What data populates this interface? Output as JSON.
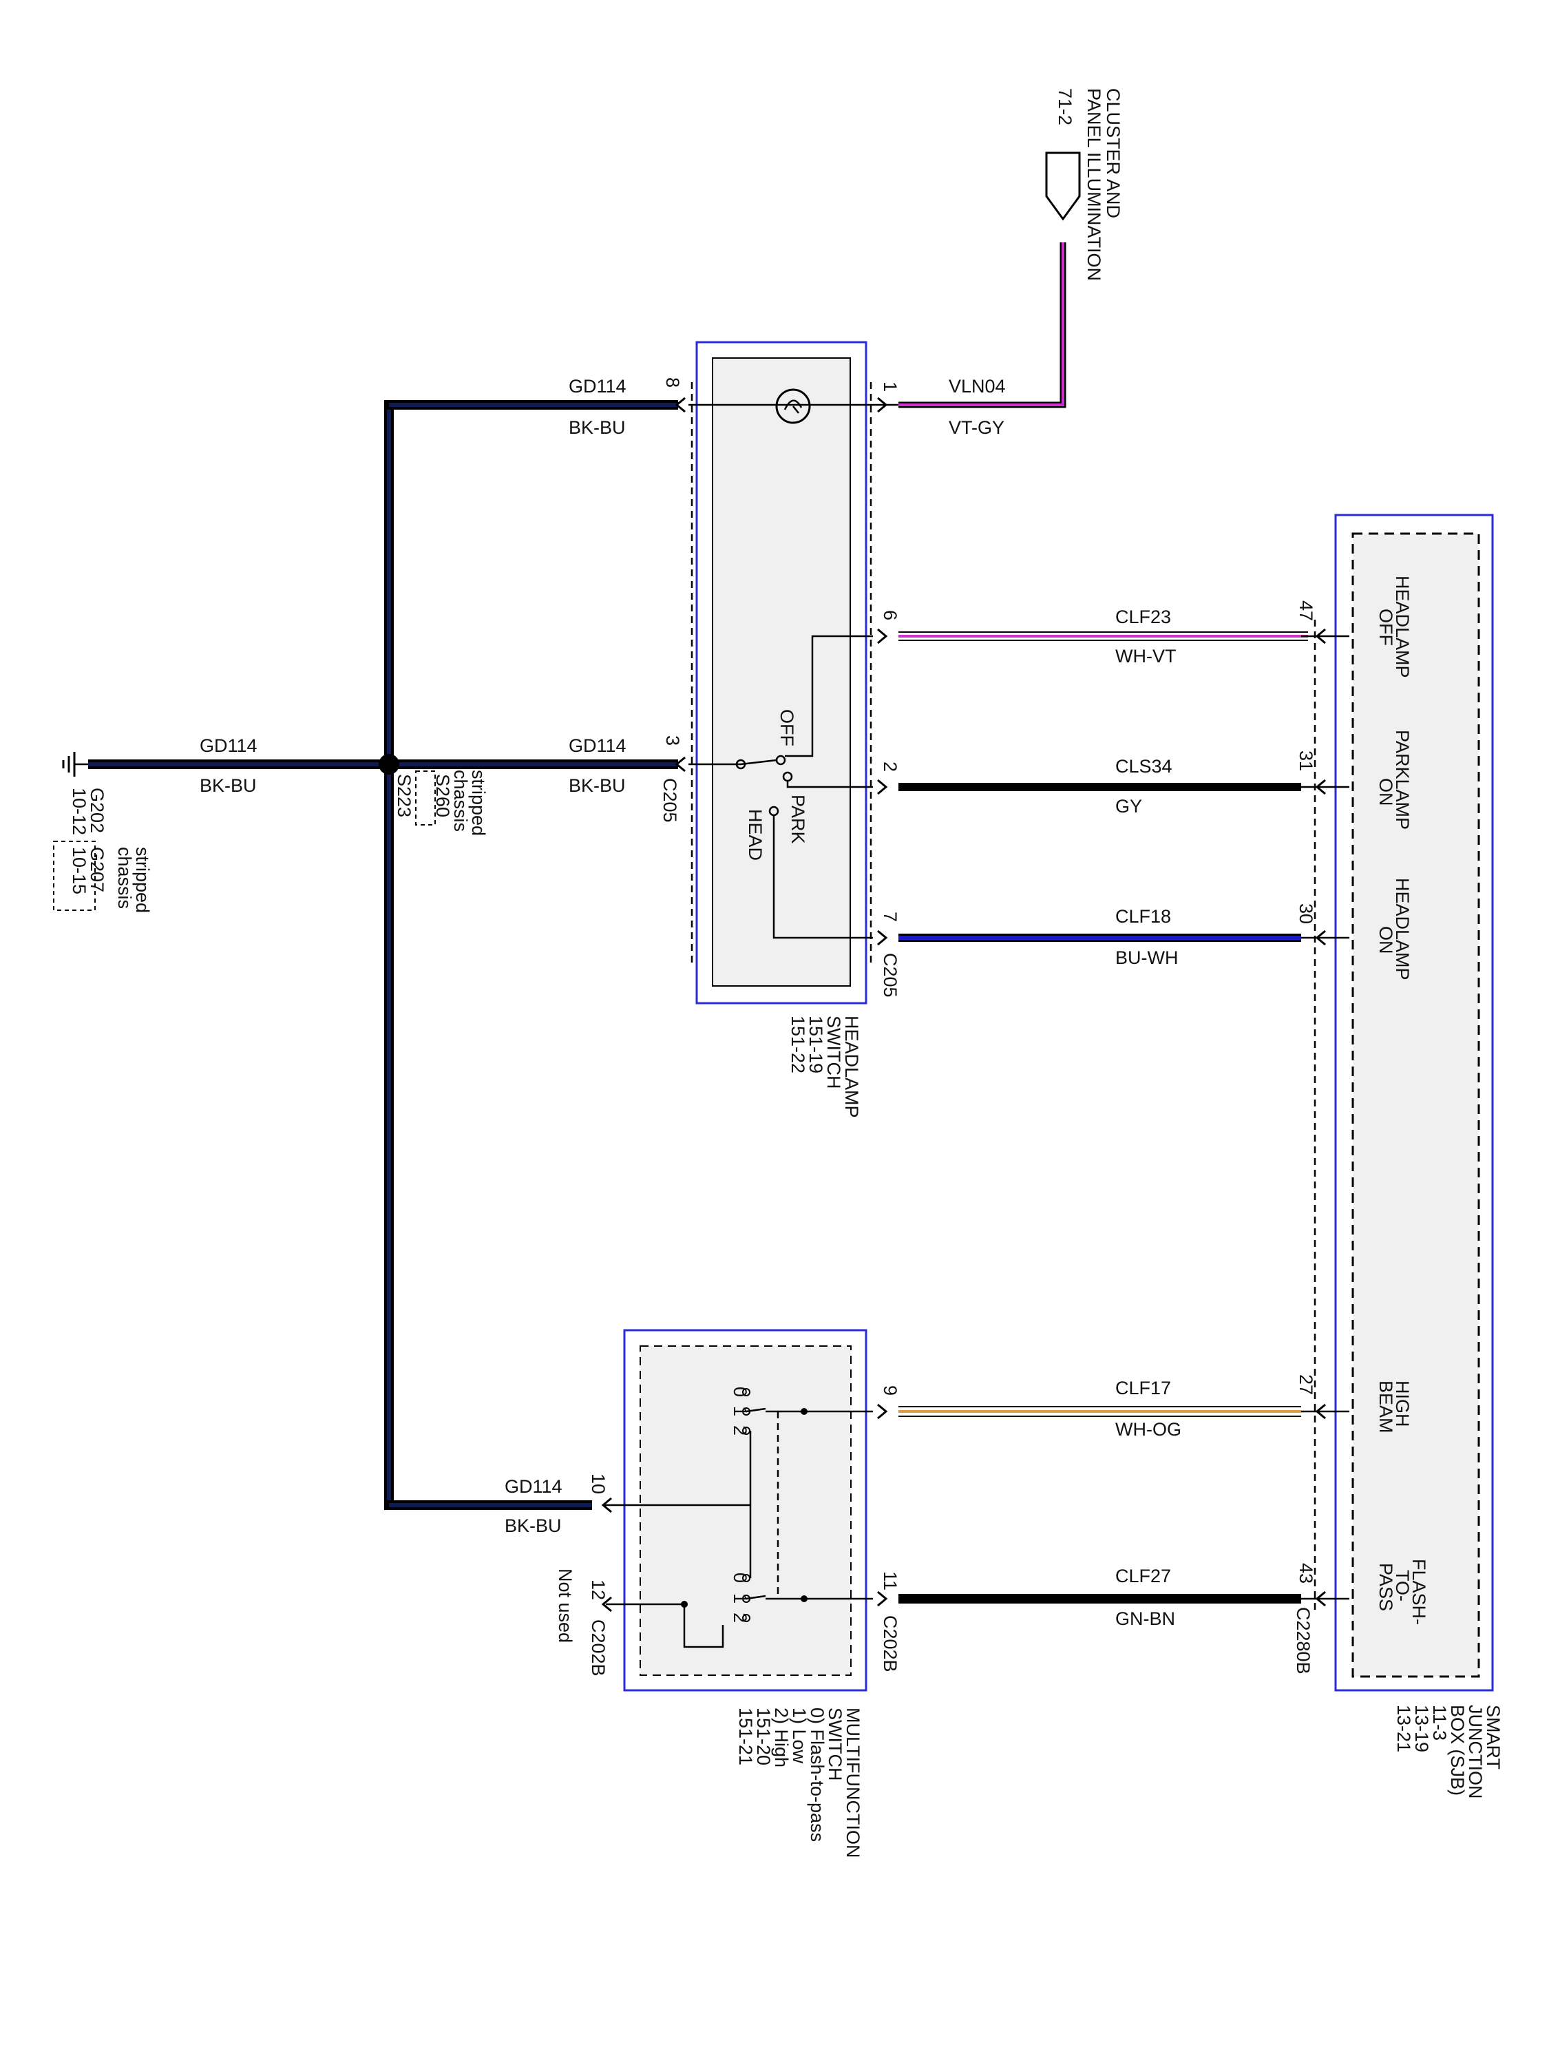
{
  "colors": {
    "black_blue_wire": "#101a55",
    "violet": "#cc33cc",
    "gray": "#8a8a8a",
    "blue": "#1a1ad0",
    "orange": "#e09a40",
    "component_outline": "#2b2bd9",
    "panel_fill": "#f0f0f0"
  },
  "cluster": {
    "ref": "71-2",
    "title_line1": "CLUSTER AND",
    "title_line2": "PANEL ILLUMINATION"
  },
  "headlamp_switch": {
    "title_line1": "HEADLAMP",
    "title_line2": "SWITCH",
    "ref1": "151-19",
    "ref2": "151-22",
    "positions": {
      "off": "OFF",
      "park": "PARK",
      "head": "HEAD"
    },
    "connector_left": "C205",
    "connector_right": "C205",
    "pin_left_top": "8",
    "pin_left_mid": "3",
    "pin_right_top": "1",
    "pin_right_6": "6",
    "pin_right_2": "2",
    "pin_right_7": "7",
    "dimmer_icon": "rheostat-icon"
  },
  "multifunction_switch": {
    "title_line1": "MULTIFUNCTION",
    "title_line2": "SWITCH",
    "legend0": "0) Flash-to-pass",
    "legend1": "1) Low",
    "legend2": "2) High",
    "ref1": "151-20",
    "ref2": "151-21",
    "pin_left_10": "10",
    "pin_left_12": "12",
    "pin_right_9": "9",
    "pin_right_11": "11",
    "connector_left": "C202B",
    "connector_right": "C202B",
    "not_used": "Not used",
    "pos_0": "0",
    "pos_1": "1",
    "pos_2": "2"
  },
  "sjb": {
    "title_line1": "SMART",
    "title_line2": "JUNCTION",
    "title_line3": "BOX (SJB)",
    "ref1": "11-3",
    "ref2": "13-19",
    "ref3": "13-21",
    "connector": "C2280B",
    "pins": [
      {
        "pin": "47",
        "line1": "HEADLAMP",
        "line2": "OFF"
      },
      {
        "pin": "31",
        "line1": "PARKLAMP",
        "line2": "ON"
      },
      {
        "pin": "30",
        "line1": "HEADLAMP",
        "line2": "ON"
      },
      {
        "pin": "27",
        "line1": "HIGH",
        "line2": "BEAM"
      },
      {
        "pin": "43",
        "line1": "FLASH-",
        "line2": "TO-",
        "line3": "PASS"
      }
    ]
  },
  "wires": [
    {
      "circuit": "VLN04",
      "color": "VT-GY"
    },
    {
      "circuit": "CLF23",
      "color": "WH-VT"
    },
    {
      "circuit": "CLS34",
      "color": "GY"
    },
    {
      "circuit": "CLF18",
      "color": "BU-WH"
    },
    {
      "circuit": "CLF17",
      "color": "WH-OG"
    },
    {
      "circuit": "CLF27",
      "color": "GN-BN"
    },
    {
      "circuit": "GD114",
      "color": "BK-BU"
    },
    {
      "circuit": "GD114",
      "color": "BK-BU"
    },
    {
      "circuit": "GD114",
      "color": "BK-BU"
    },
    {
      "circuit": "GD114",
      "color": "BK-BU"
    }
  ],
  "splice": {
    "name": "S223",
    "alt1": "S260",
    "note1": "stripped",
    "note2": "chassis"
  },
  "ground": {
    "name": "G202",
    "ref": "10-12",
    "alt_name": "G207",
    "alt_ref": "10-15",
    "note1": "stripped",
    "note2": "chassis"
  }
}
